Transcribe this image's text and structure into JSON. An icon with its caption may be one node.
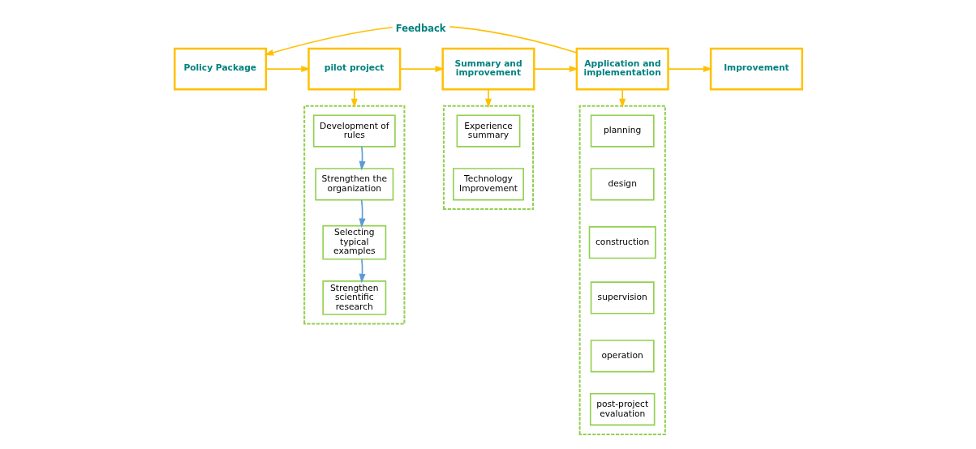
{
  "diagram": {
    "nodes": [
      {
        "text": [
          "Policy Package"
        ]
      },
      {
        "text": [
          "pilot project"
        ]
      },
      {
        "text": [
          "Summary and improvement"
        ]
      },
      {
        "text": [
          "Application and implementation"
        ]
      },
      {
        "text": [
          "Improvement"
        ]
      },
      {
        "text": [],
        "shape": "box"
      },
      {
        "text": [
          "Development of rules"
        ],
        "in": 5
      },
      {
        "text": [
          "Strengthen the organization"
        ],
        "in": 5
      },
      {
        "text": [
          "Selecting typical examples"
        ],
        "in": 5
      },
      {
        "text": [
          "Strengthen scientific research"
        ],
        "in": 5
      },
      {
        "text": [],
        "shape": "box"
      },
      {
        "text": [
          "Experience summary"
        ],
        "in": 10
      },
      {
        "text": [
          "Technology Improvement"
        ],
        "in": 10
      },
      {
        "text": [],
        "shape": "box"
      },
      {
        "text": [
          "planning"
        ],
        "in": 13
      },
      {
        "text": [
          "design"
        ],
        "in": 13
      },
      {
        "text": [
          "construction"
        ],
        "in": 13
      },
      {
        "text": [
          "supervision"
        ],
        "in": 13
      },
      {
        "text": [
          "operation"
        ],
        "in": 13
      },
      {
        "text": [
          "post-project evaluation"
        ],
        "in": 13
      }
    ],
    "edges": [
      {
        "from": 0,
        "to": 1,
        "arrow": "to"
      },
      {
        "from": 1,
        "to": 2,
        "arrow": "to"
      },
      {
        "from": 2,
        "to": 3,
        "arrow": "to"
      },
      {
        "from": 3,
        "to": 4,
        "arrow": "to"
      },
      {
        "from": 3,
        "to": 0,
        "arrow": "to",
        "label": "Feedback"
      },
      {
        "from": 1,
        "to": 5,
        "arrow": "to"
      },
      {
        "from": 2,
        "to": 10,
        "arrow": "to"
      },
      {
        "from": 3,
        "to": 13,
        "arrow": "to"
      },
      {
        "from": 6,
        "to": 7,
        "arrow": "to",
        "color": "#5b9bd5"
      },
      {
        "from": 7,
        "to": 8,
        "arrow": "to",
        "color": "#5b9bd5"
      },
      {
        "from": 8,
        "to": 9,
        "arrow": "to",
        "color": "#5b9bd5"
      }
    ]
  }
}
